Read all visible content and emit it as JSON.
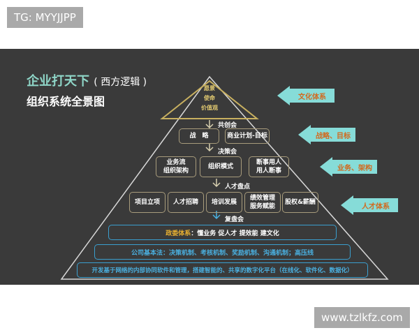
{
  "watermark_top": "TG: MYYJJPP",
  "watermark_bottom": "www.tzlkfz.com",
  "title": "企业打天下",
  "title_sub": "( 西方逻辑 )",
  "subtitle": "组织系统全景图",
  "apex": [
    "愿景",
    "使命",
    "价值观"
  ],
  "meetings": [
    "共创会",
    "决策会",
    "人才盘点",
    "复盘会"
  ],
  "row1": [
    "战　略",
    "商业计划-目标"
  ],
  "row2": [
    "业务流\n组织架构",
    "组织模式",
    "断事用人\n用人断事"
  ],
  "row3": [
    "项目立项",
    "人才招聘",
    "培训发展",
    "绩效管理\n服务赋能",
    "股权&薪酬"
  ],
  "gov_label": "政委体系",
  "gov_text": "：懂业务  促人才  提效能   建文化",
  "law": "公司基本法：决策机制、考核机制、奖励机制、沟通机制；高压线",
  "platform": "开发基于网络的内部协同软件和管理，搭建智能的、共享的数字化平台（在线化、软件化、数据化）",
  "arrows": [
    "文化体系",
    "战略、目标",
    "业务、架构",
    "人才体系"
  ]
}
